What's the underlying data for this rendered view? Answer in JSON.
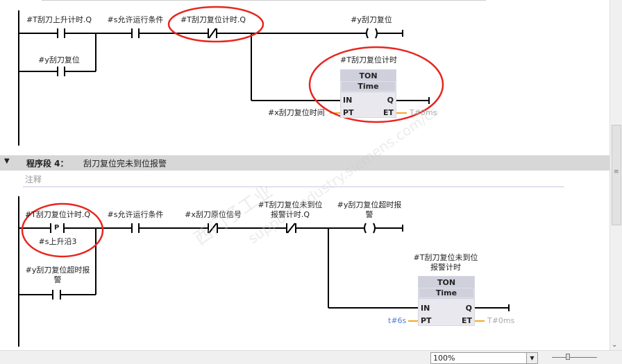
{
  "network3": {
    "contact_main": "#T刮刀上升计时.Q",
    "contact_branch": "#y刮刀复位",
    "contact_allow": "#s允许运行条件",
    "contact_nc": "#T刮刀复位计时.Q",
    "coil": "#y刮刀复位",
    "timer": {
      "instance": "#T刮刀复位计时",
      "type": "TON",
      "time": "Time",
      "in": "IN",
      "q": "Q",
      "pt": "PT",
      "et": "ET",
      "pt_value": "#x刮刀复位时间",
      "et_value": "T#0ms"
    }
  },
  "network4": {
    "header_label": "程序段 4：",
    "title": "刮刀复位完未到位报警",
    "comment_placeholder": "注释",
    "p_contact_label": "#T刮刀复位计时.Q",
    "p_contact_symbol": "P",
    "p_contact_edge": "#s上升沿3",
    "branch_line1": "#y刮刀复位超时报",
    "branch_line2": "警",
    "contact_allow": "#s允许运行条件",
    "contact_home": "#x刮刀原位信号",
    "contact_alarm_line1": "#T刮刀复位未到位",
    "contact_alarm_line2": "报警计时.Q",
    "coil_line1": "#y刮刀复位超时报",
    "coil_line2": "警",
    "timer": {
      "instance_line1": "#T刮刀复位未到位",
      "instance_line2": "报警计时",
      "type": "TON",
      "time": "Time",
      "in": "IN",
      "q": "Q",
      "pt": "PT",
      "et": "ET",
      "pt_value": "t#6s",
      "et_value": "T#0ms"
    }
  },
  "statusbar": {
    "zoom": "100%"
  },
  "watermark": [
    "西门子工业",
    "support.industry.siemens.com/cs"
  ],
  "colors": {
    "wire": "#000000",
    "highlight": "#e8251f",
    "param_line": "#f5a623",
    "constant": "#4a7fd6"
  }
}
